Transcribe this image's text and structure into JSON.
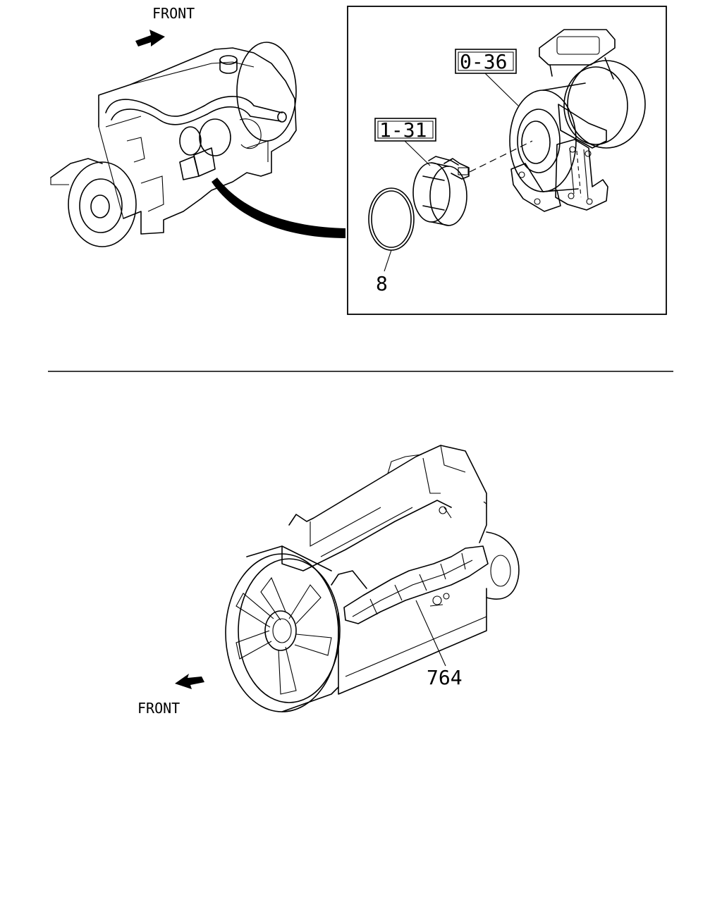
{
  "top_diagram": {
    "front_label": "FRONT",
    "callouts": {
      "turbo_ref": "0-36",
      "clamp_ref": "1-31",
      "gasket_ref": "8"
    }
  },
  "bottom_diagram": {
    "front_label": "FRONT",
    "callouts": {
      "bracket_ref": "764"
    }
  }
}
